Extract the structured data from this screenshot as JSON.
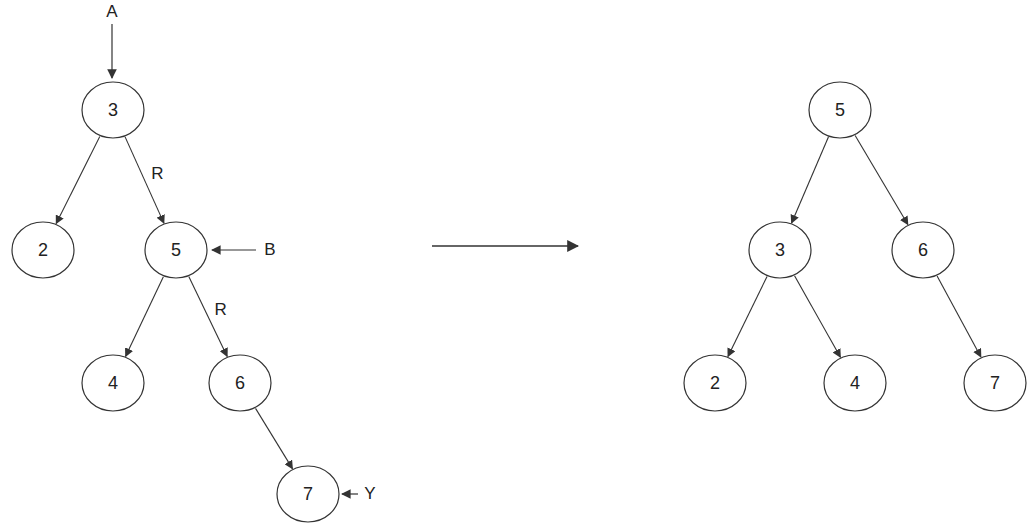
{
  "diagram": {
    "nodes": [
      {
        "text": [
          "3"
        ]
      },
      {
        "text": [
          "2"
        ]
      },
      {
        "text": [
          "5"
        ]
      },
      {
        "text": [
          "4"
        ]
      },
      {
        "text": [
          "6"
        ]
      },
      {
        "text": [
          "7"
        ]
      },
      {
        "text": [
          "5"
        ]
      },
      {
        "text": [
          "3"
        ]
      },
      {
        "text": [
          "6"
        ]
      },
      {
        "text": [
          "2"
        ]
      },
      {
        "text": [
          "4"
        ]
      },
      {
        "text": [
          "7"
        ]
      }
    ],
    "edges": [
      {
        "from": 0,
        "to": 1,
        "arrow": "to"
      },
      {
        "from": 0,
        "to": 2,
        "arrow": "to",
        "label": "R"
      },
      {
        "from": 2,
        "to": 3,
        "arrow": "to"
      },
      {
        "from": 2,
        "to": 4,
        "arrow": "to",
        "label": "R"
      },
      {
        "from": 4,
        "to": 5,
        "arrow": "to"
      },
      {
        "from": 6,
        "to": 7,
        "arrow": "to"
      },
      {
        "from": 6,
        "to": 8,
        "arrow": "to"
      },
      {
        "from": 7,
        "to": 9,
        "arrow": "to"
      },
      {
        "from": 7,
        "to": 10,
        "arrow": "to"
      },
      {
        "from": 8,
        "to": 11,
        "arrow": "to"
      }
    ],
    "labels": [
      "A",
      "B",
      "Y"
    ]
  }
}
